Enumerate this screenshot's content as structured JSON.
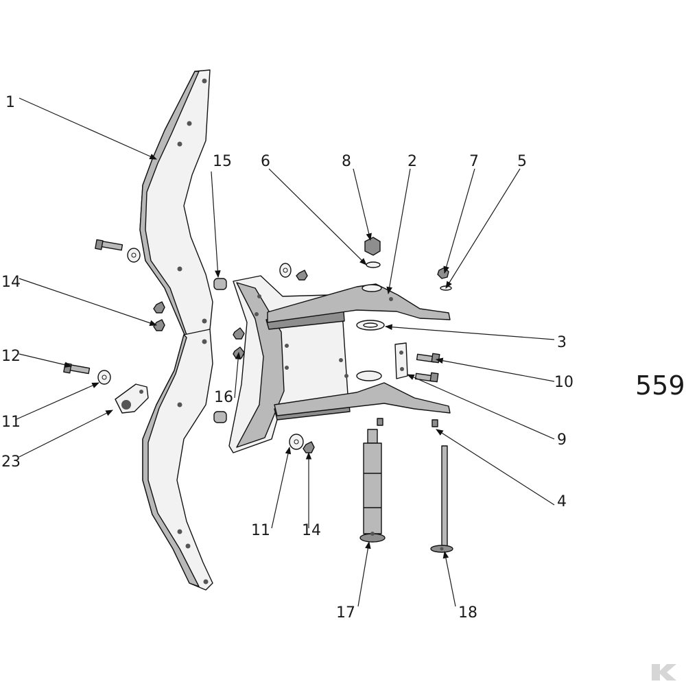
{
  "diagram": {
    "page_number": "559",
    "callouts": {
      "c1": "1",
      "c2": "2",
      "c3": "3",
      "c4": "4",
      "c5": "5",
      "c6": "6",
      "c7": "7",
      "c8": "8",
      "c9": "9",
      "c10": "10",
      "c11a": "11",
      "c11b": "11",
      "c12": "12",
      "c14a": "14",
      "c14b": "14",
      "c15": "15",
      "c16": "16",
      "c17": "17",
      "c18": "18",
      "c23": "23"
    }
  }
}
